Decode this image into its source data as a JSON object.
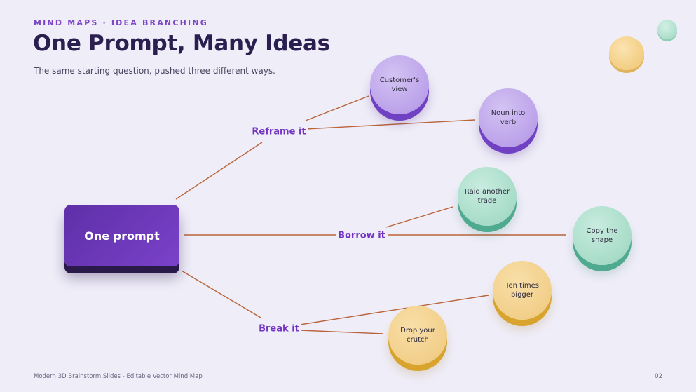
{
  "header": {
    "eyebrow": "MIND MAPS · IDEA BRANCHING",
    "title": "One Prompt, Many Ideas",
    "subtitle": "The same starting question, pushed three different ways."
  },
  "root": {
    "label": "One prompt"
  },
  "branches": [
    {
      "label": "Reframe it",
      "color": "#7141c4",
      "ideas": [
        {
          "lines": [
            "Customer's",
            "view"
          ]
        },
        {
          "lines": [
            "Noun into",
            "verb"
          ]
        }
      ]
    },
    {
      "label": "Borrow it",
      "color": "#4faa8f",
      "ideas": [
        {
          "lines": [
            "Raid another",
            "trade"
          ]
        },
        {
          "lines": [
            "Copy the",
            "shape"
          ]
        }
      ]
    },
    {
      "label": "Break it",
      "color": "#d8a42e",
      "ideas": [
        {
          "lines": [
            "Ten times",
            "bigger"
          ]
        },
        {
          "lines": [
            "Drop your",
            "crutch"
          ]
        }
      ]
    }
  ],
  "colors": {
    "connector": "#b9643a",
    "accent": "#7b45c6",
    "background": "#efedf8"
  },
  "footer": {
    "caption": "Modern 3D Brainstorm Slides - Editable Vector Mind Map",
    "page": "02"
  }
}
